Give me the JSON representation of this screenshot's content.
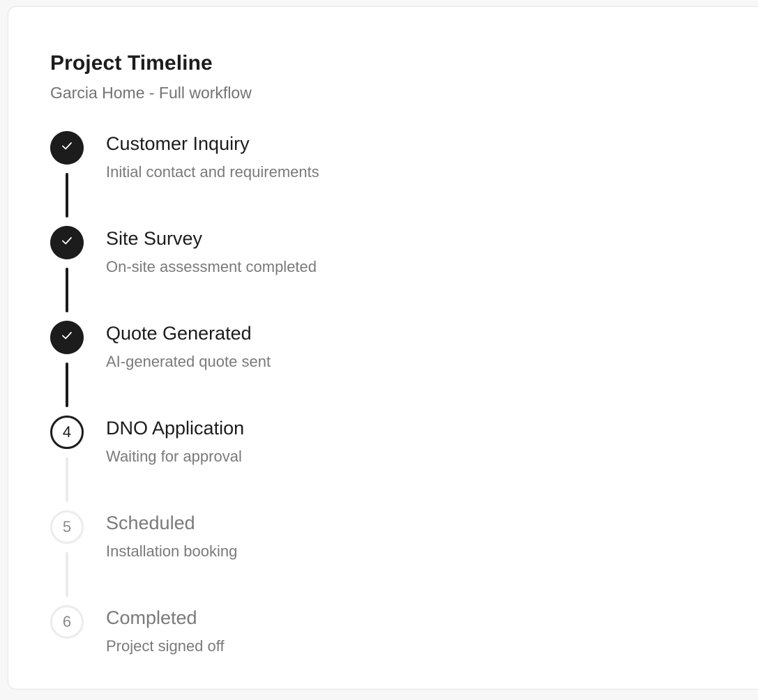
{
  "header": {
    "title": "Project Timeline",
    "subtitle": "Garcia Home - Full workflow"
  },
  "steps": [
    {
      "number": "1",
      "status": "completed",
      "marker_icon": "check-icon",
      "title": "Customer Inquiry",
      "description": "Initial contact and requirements"
    },
    {
      "number": "2",
      "status": "completed",
      "marker_icon": "check-icon",
      "title": "Site Survey",
      "description": "On-site assessment completed"
    },
    {
      "number": "3",
      "status": "completed",
      "marker_icon": "check-icon",
      "title": "Quote Generated",
      "description": "AI-generated quote sent"
    },
    {
      "number": "4",
      "status": "current",
      "title": "DNO Application",
      "description": "Waiting for approval"
    },
    {
      "number": "5",
      "status": "pending",
      "title": "Scheduled",
      "description": "Installation booking"
    },
    {
      "number": "6",
      "status": "pending",
      "title": "Completed",
      "description": "Project signed off"
    }
  ],
  "colors": {
    "completed": "#1c1c1c",
    "pending_outline": "#ececec",
    "muted_text": "#7a7a7a",
    "card_background": "#ffffff"
  }
}
